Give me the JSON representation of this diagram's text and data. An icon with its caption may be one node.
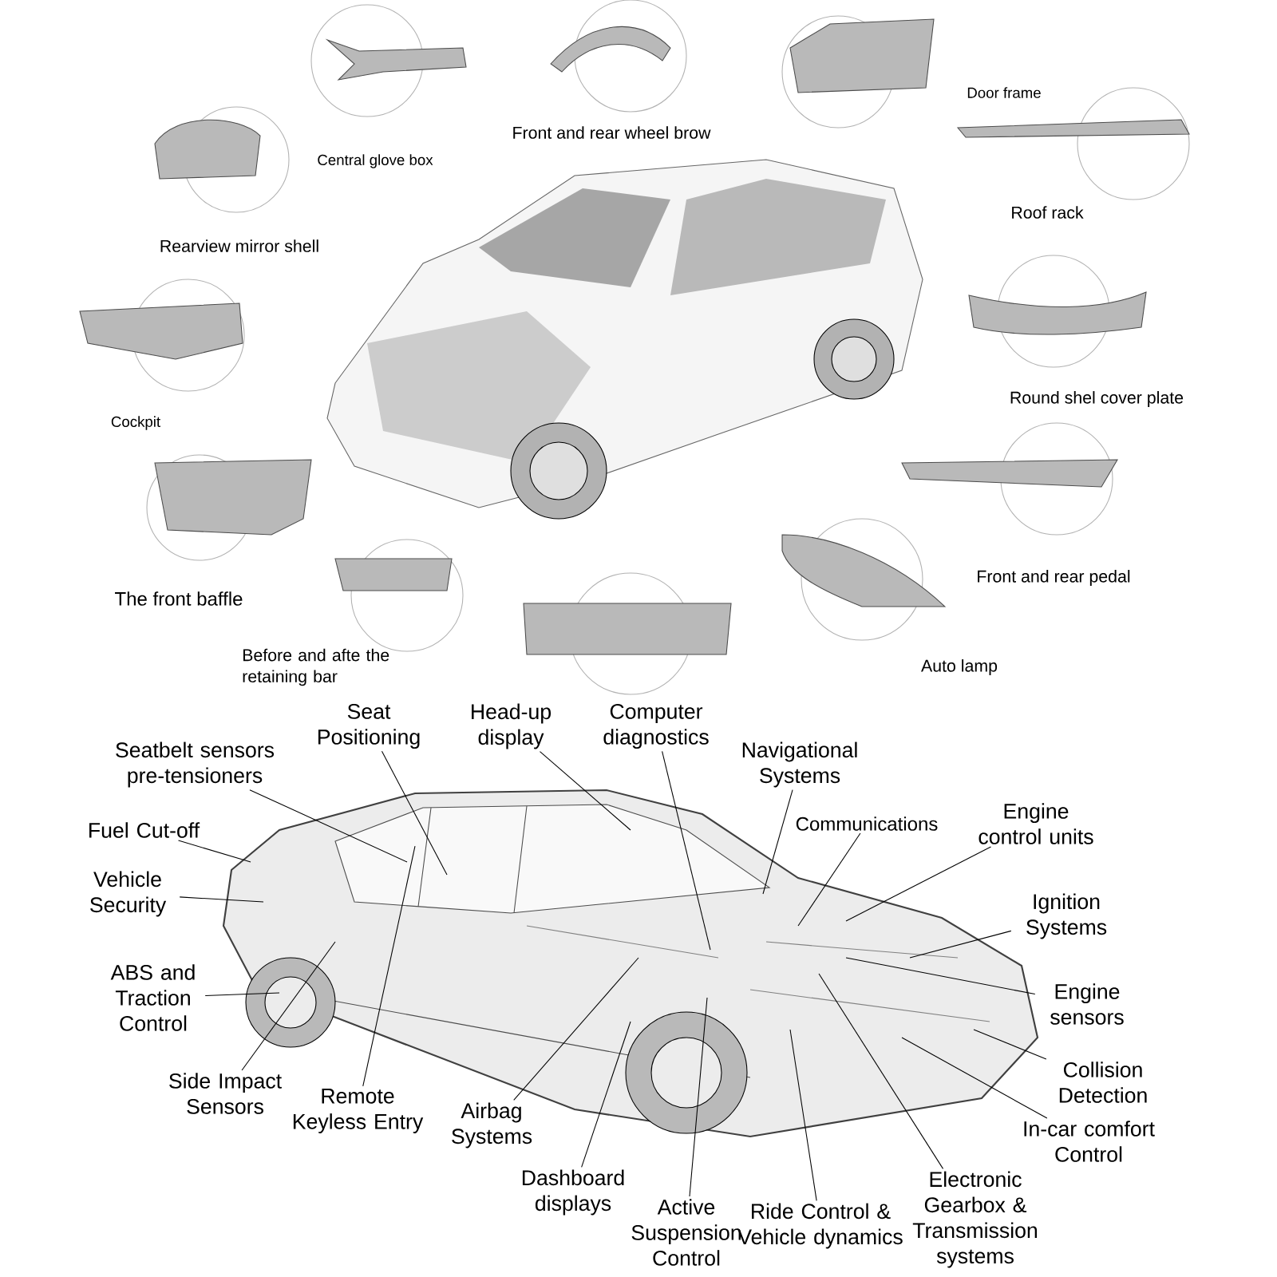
{
  "diagram": {
    "nodes": [
      {
        "text": [],
        "shape": "picture"
      },
      {
        "text": [
          "Seat Positioning"
        ]
      },
      {
        "text": [
          "Head-up display"
        ]
      },
      {
        "text": [
          "Computer diagnostics"
        ]
      },
      {
        "text": [
          "Seatbelt sensors pre-tensioners"
        ]
      },
      {
        "text": [
          "Navigational Systems"
        ]
      },
      {
        "text": [
          "Communications"
        ]
      },
      {
        "text": [
          "Engine control units"
        ]
      },
      {
        "text": [
          "Fuel Cut-off"
        ]
      },
      {
        "text": [
          "Vehicle Security"
        ]
      },
      {
        "text": [
          "Ignition Systems"
        ]
      },
      {
        "text": [
          "ABS and Traction Control"
        ]
      },
      {
        "text": [
          "Engine sensors"
        ]
      },
      {
        "text": [
          "Collision Detection"
        ]
      },
      {
        "text": [
          "Side Impact Sensors"
        ]
      },
      {
        "text": [
          "Remote Keyless Entry"
        ]
      },
      {
        "text": [
          "In-car comfort Control"
        ]
      },
      {
        "text": [
          "Airbag Systems"
        ]
      },
      {
        "text": [
          "Dashboard displays"
        ]
      },
      {
        "text": [
          "Active Suspension Control"
        ]
      },
      {
        "text": [
          "Ride Control & Vehicle dynamics"
        ]
      },
      {
        "text": [
          "Electronic Gearbox & Transmission systems"
        ]
      }
    ],
    "edges": [
      {
        "from": 1,
        "to": 0,
        "arrow": "none"
      },
      {
        "from": 2,
        "to": 0,
        "arrow": "none"
      },
      {
        "from": 3,
        "to": 0,
        "arrow": "none"
      },
      {
        "from": 4,
        "to": 0,
        "arrow": "none"
      },
      {
        "from": 5,
        "to": 0,
        "arrow": "none"
      },
      {
        "from": 6,
        "to": 0,
        "arrow": "none"
      },
      {
        "from": 7,
        "to": 0,
        "arrow": "none"
      },
      {
        "from": 8,
        "to": 0,
        "arrow": "none"
      },
      {
        "from": 9,
        "to": 0,
        "arrow": "none"
      },
      {
        "from": 10,
        "to": 0,
        "arrow": "none"
      },
      {
        "from": 11,
        "to": 0,
        "arrow": "none"
      },
      {
        "from": 12,
        "to": 0,
        "arrow": "none"
      },
      {
        "from": 13,
        "to": 0,
        "arrow": "none"
      },
      {
        "from": 14,
        "to": 0,
        "arrow": "none"
      },
      {
        "from": 15,
        "to": 0,
        "arrow": "none"
      },
      {
        "from": 16,
        "to": 0,
        "arrow": "none"
      },
      {
        "from": 17,
        "to": 0,
        "arrow": "none"
      },
      {
        "from": 18,
        "to": 0,
        "arrow": "none"
      },
      {
        "from": 19,
        "to": 0,
        "arrow": "none"
      },
      {
        "from": 20,
        "to": 0,
        "arrow": "none"
      },
      {
        "from": 21,
        "to": 0,
        "arrow": "none"
      }
    ],
    "labels": [
      "Door frame",
      "Front and rear wheel brow",
      "Central glove box",
      "Roof rack",
      "Rearview mirror shell",
      "Round shel cover plate",
      "Cockpit",
      "Front and rear pedal",
      "The front baffle",
      "Before and afte the retaining bar",
      "Auto lamp"
    ]
  }
}
